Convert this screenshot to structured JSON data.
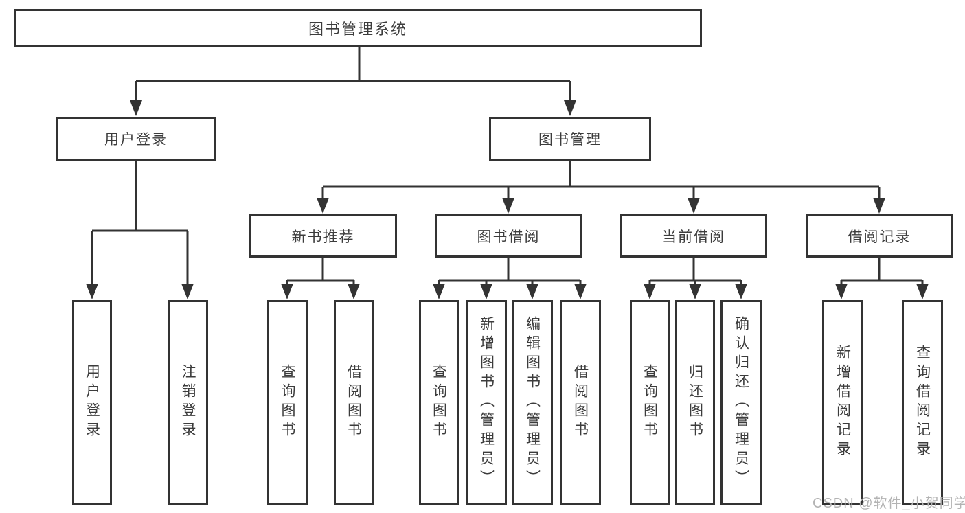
{
  "diagram": {
    "root": {
      "label": "图书管理系统"
    },
    "level2": [
      {
        "id": "user-login",
        "label": "用户登录",
        "parent": "图书管理系统"
      },
      {
        "id": "book-management",
        "label": "图书管理",
        "parent": "图书管理系统"
      }
    ],
    "level3": [
      {
        "id": "new-book-recommend",
        "label": "新书推荐",
        "parent": "图书管理"
      },
      {
        "id": "book-borrow",
        "label": "图书借阅",
        "parent": "图书管理"
      },
      {
        "id": "current-borrow",
        "label": "当前借阅",
        "parent": "图书管理"
      },
      {
        "id": "borrow-record",
        "label": "借阅记录",
        "parent": "图书管理"
      }
    ],
    "leaves": [
      {
        "id": "leaf-user-login",
        "label": "用户登录",
        "parent": "用户登录"
      },
      {
        "id": "leaf-logout",
        "label": "注销登录",
        "parent": "用户登录"
      },
      {
        "id": "leaf-query-books-1",
        "label": "查询图书",
        "parent": "新书推荐"
      },
      {
        "id": "leaf-borrow-books-1",
        "label": "借阅图书",
        "parent": "新书推荐"
      },
      {
        "id": "leaf-query-books-2",
        "label": "查询图书",
        "parent": "图书借阅"
      },
      {
        "id": "leaf-add-book-admin",
        "label": "新增图书（管理员）",
        "parent": "图书借阅"
      },
      {
        "id": "leaf-edit-book-admin",
        "label": "编辑图书（管理员）",
        "parent": "图书借阅"
      },
      {
        "id": "leaf-borrow-books-2",
        "label": "借阅图书",
        "parent": "图书借阅"
      },
      {
        "id": "leaf-query-books-3",
        "label": "查询图书",
        "parent": "当前借阅"
      },
      {
        "id": "leaf-return-book",
        "label": "归还图书",
        "parent": "当前借阅"
      },
      {
        "id": "leaf-confirm-return-admin",
        "label": "确认归还（管理员）",
        "parent": "当前借阅"
      },
      {
        "id": "leaf-add-borrow-record",
        "label": "新增借阅记录",
        "parent": "借阅记录"
      },
      {
        "id": "leaf-query-borrow-record",
        "label": "查询借阅记录",
        "parent": "借阅记录"
      }
    ],
    "watermark": "CSDN @软件_小贺同学"
  },
  "colors": {
    "line": "#333333",
    "text": "#3c3c3c",
    "box-bg": "#ffffff",
    "watermark": "#b3b3b3",
    "bg": "#ffffff"
  }
}
